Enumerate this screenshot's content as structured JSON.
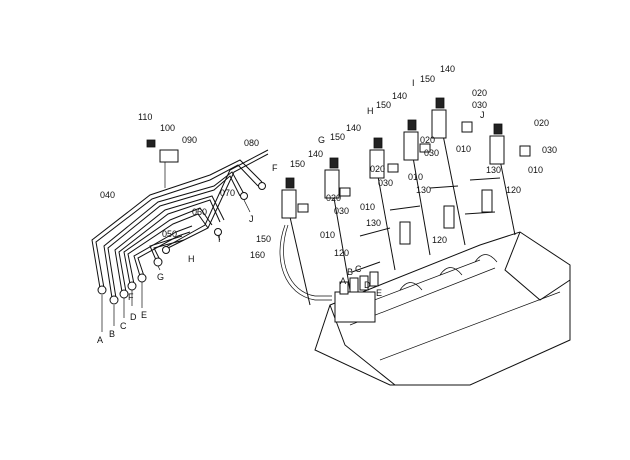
{
  "diagram": {
    "background": "#ffffff",
    "line_color": "#111111",
    "callouts": [
      {
        "id": "c1",
        "text": "110"
      },
      {
        "id": "c2",
        "text": "100"
      },
      {
        "id": "c3",
        "text": "090"
      },
      {
        "id": "c4",
        "text": "080"
      },
      {
        "id": "c5",
        "text": "070"
      },
      {
        "id": "c6",
        "text": "060"
      },
      {
        "id": "c7",
        "text": "050"
      },
      {
        "id": "c8",
        "text": "040"
      },
      {
        "id": "c9",
        "text": "140"
      },
      {
        "id": "c10",
        "text": "150"
      },
      {
        "id": "c11",
        "text": "020"
      },
      {
        "id": "c12",
        "text": "030"
      },
      {
        "id": "c13",
        "text": "010"
      },
      {
        "id": "c14",
        "text": "130"
      },
      {
        "id": "c15",
        "text": "120"
      },
      {
        "id": "c16",
        "text": "160"
      }
    ],
    "line_letters": [
      "A",
      "B",
      "C",
      "D",
      "E",
      "F",
      "G",
      "H",
      "I",
      "J"
    ]
  }
}
